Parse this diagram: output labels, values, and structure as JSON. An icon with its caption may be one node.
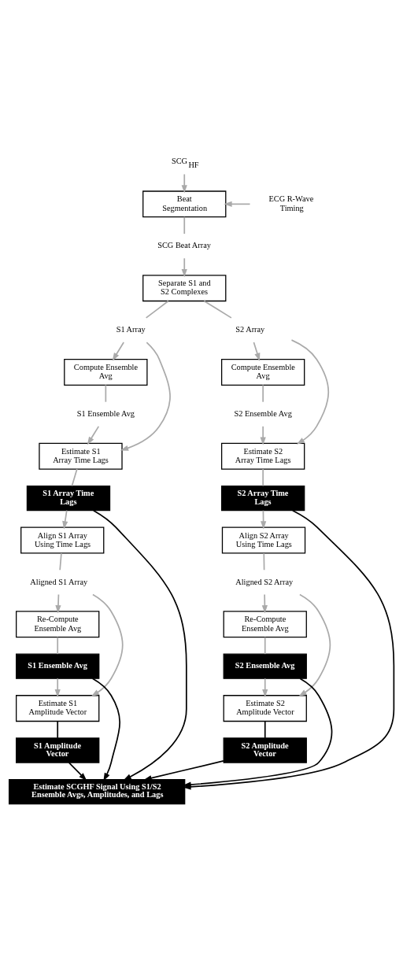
{
  "diagram": {
    "nodes": [
      {
        "text": [
          "SCG$_{HF}$"
        ]
      },
      {
        "text": [
          "ECG R-Wave Timing"
        ]
      },
      {
        "text": [
          "Beat Segmentation"
        ]
      },
      {
        "text": [
          "SCG Beat Array"
        ]
      },
      {
        "text": [
          "Separate S1 and S2 Complexes"
        ]
      },
      {
        "text": [
          "S1 Array"
        ]
      },
      {
        "text": [
          "S2 Array"
        ]
      },
      {
        "text": [
          "Compute Ensemble Avg"
        ]
      },
      {
        "text": [
          "Compute Ensemble Avg"
        ]
      },
      {
        "text": [
          "S1 Ensemble Avg"
        ]
      },
      {
        "text": [
          "S2 Ensemble Avg"
        ]
      },
      {
        "text": [
          "Estimate S1 Array Time Lags"
        ]
      },
      {
        "text": [
          "Estimate S2 Array Time Lags"
        ]
      },
      {
        "text": [
          "S1 Array Time Lags"
        ]
      },
      {
        "text": [
          "S2 Array Time Lags"
        ]
      },
      {
        "text": [
          "Align S1 Array Using Time Lags"
        ]
      },
      {
        "text": [
          "Align S2 Array Using Time Lags"
        ]
      },
      {
        "text": [
          "Aligned S1 Array"
        ]
      },
      {
        "text": [
          "Aligned S2 Array"
        ]
      },
      {
        "text": [
          "Re-Compute Ensemble Avg"
        ]
      },
      {
        "text": [
          "Re-Compute Ensemble Avg"
        ]
      },
      {
        "text": [
          "S1 Ensemble Avg"
        ]
      },
      {
        "text": [
          "S2 Ensemble Avg"
        ]
      },
      {
        "text": [
          "Estimate S1 Amplitude Vector"
        ]
      },
      {
        "text": [
          "Estimate S2 Amplitude Vector"
        ]
      },
      {
        "text": [
          "S1 Amplitude Vector"
        ]
      },
      {
        "text": [
          "S2 Amplitude Vector"
        ]
      },
      {
        "text": [
          "Estimate SCGHF Signal Using S1/S2 Ensemble Avgs, Amplitudes, and Lags"
        ]
      }
    ],
    "edges": [
      {
        "from": 0,
        "to": 2,
        "arrow": "to"
      },
      {
        "from": 1,
        "to": 2,
        "arrow": "to"
      },
      {
        "from": 2,
        "to": 3,
        "arrow": "none"
      },
      {
        "from": 3,
        "to": 4,
        "arrow": "to"
      },
      {
        "from": 4,
        "to": 5,
        "arrow": "none"
      },
      {
        "from": 4,
        "to": 6,
        "arrow": "none"
      },
      {
        "from": 5,
        "to": 7,
        "arrow": "to"
      },
      {
        "from": 5,
        "to": 11,
        "arrow": "to"
      },
      {
        "from": 6,
        "to": 8,
        "arrow": "to"
      },
      {
        "from": 6,
        "to": 12,
        "arrow": "to"
      },
      {
        "from": 7,
        "to": 9,
        "arrow": "none"
      },
      {
        "from": 8,
        "to": 10,
        "arrow": "none"
      },
      {
        "from": 9,
        "to": 11,
        "arrow": "to"
      },
      {
        "from": 10,
        "to": 12,
        "arrow": "to"
      },
      {
        "from": 11,
        "to": 13,
        "arrow": "none"
      },
      {
        "from": 12,
        "to": 14,
        "arrow": "none"
      },
      {
        "from": 13,
        "to": 15,
        "arrow": "to"
      },
      {
        "from": 14,
        "to": 16,
        "arrow": "to"
      },
      {
        "from": 15,
        "to": 17,
        "arrow": "none"
      },
      {
        "from": 16,
        "to": 18,
        "arrow": "none"
      },
      {
        "from": 17,
        "to": 19,
        "arrow": "to"
      },
      {
        "from": 17,
        "to": 23,
        "arrow": "to"
      },
      {
        "from": 18,
        "to": 20,
        "arrow": "to"
      },
      {
        "from": 18,
        "to": 24,
        "arrow": "to"
      },
      {
        "from": 19,
        "to": 21,
        "arrow": "none"
      },
      {
        "from": 20,
        "to": 22,
        "arrow": "none"
      },
      {
        "from": 21,
        "to": 23,
        "arrow": "to"
      },
      {
        "from": 22,
        "to": 24,
        "arrow": "to"
      },
      {
        "from": 23,
        "to": 25,
        "arrow": "none",
        "color": "#000000"
      },
      {
        "from": 24,
        "to": 26,
        "arrow": "none",
        "color": "#000000"
      },
      {
        "from": 25,
        "to": 27,
        "arrow": "to",
        "color": "#000000"
      },
      {
        "from": 26,
        "to": 27,
        "arrow": "to",
        "color": "#000000"
      },
      {
        "from": 21,
        "to": 27,
        "arrow": "to",
        "color": "#000000"
      },
      {
        "from": 22,
        "to": 27,
        "arrow": "to",
        "color": "#000000"
      },
      {
        "from": 13,
        "to": 27,
        "arrow": "to",
        "color": "#000000"
      },
      {
        "from": 14,
        "to": 27,
        "arrow": "to",
        "color": "#000000"
      }
    ]
  }
}
